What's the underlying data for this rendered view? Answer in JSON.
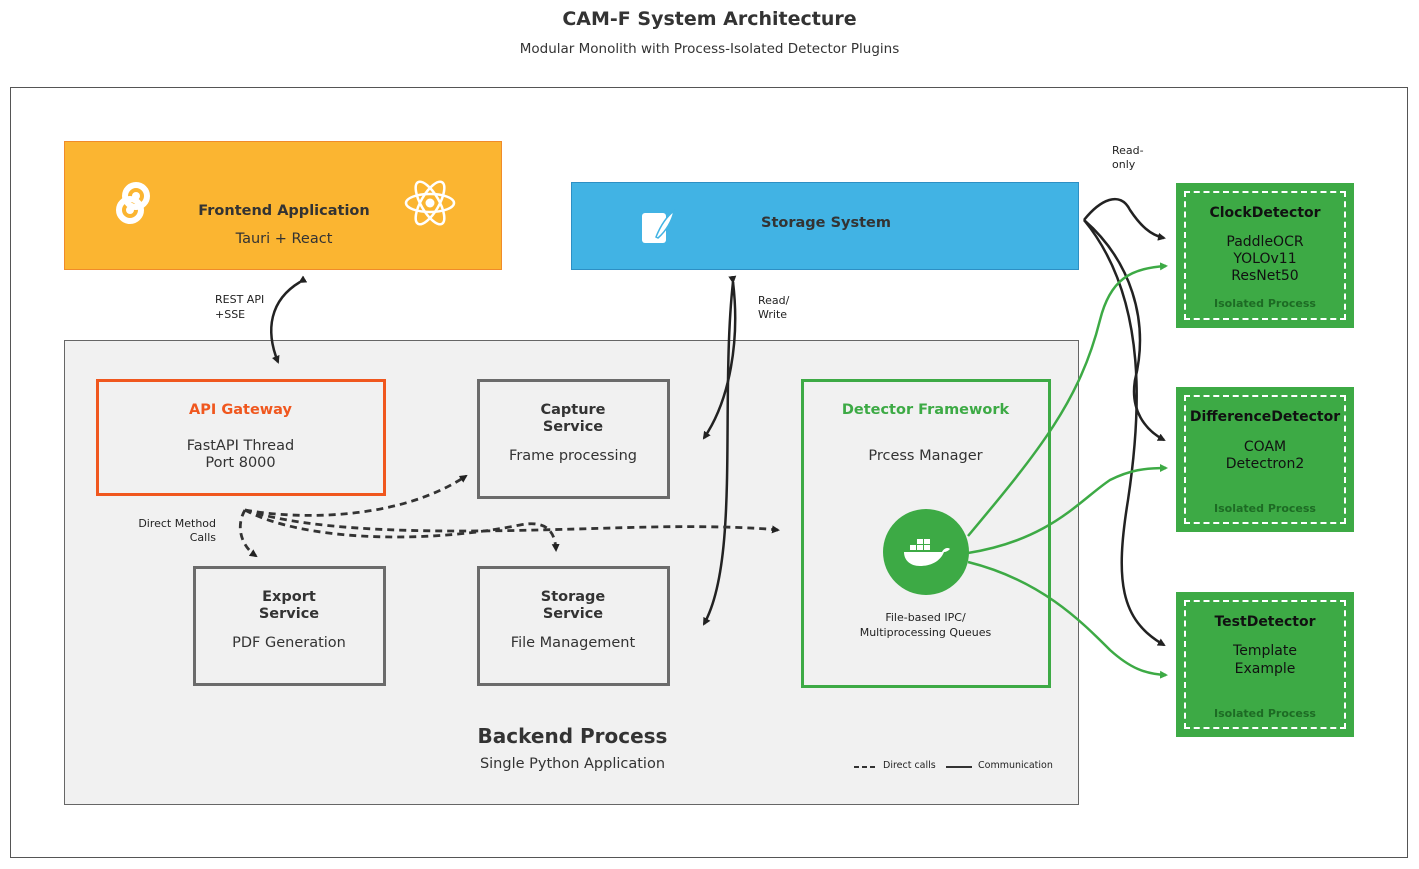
{
  "header": {
    "title": "CAM-F System Architecture",
    "subtitle": "Modular Monolith with Process-Isolated Detector Plugins"
  },
  "frontend": {
    "title": "Frontend Application",
    "subtitle": "Tauri + React"
  },
  "storage_system": {
    "title": "Storage System"
  },
  "backend": {
    "title": "Backend Process",
    "subtitle": "Single Python Application"
  },
  "api_gateway": {
    "title": "API Gateway",
    "line1": "FastAPI Thread",
    "line2": "Port 8000"
  },
  "capture_service": {
    "title1": "Capture",
    "title2": "Service",
    "subtitle": "Frame processing"
  },
  "export_service": {
    "title1": "Export",
    "title2": "Service",
    "subtitle": "PDF Generation"
  },
  "storage_service": {
    "title1": "Storage",
    "title2": "Service",
    "subtitle": "File Management"
  },
  "detector_framework": {
    "title": "Detector Framework",
    "subtitle": "Prcess Manager",
    "ipc1": "File-based IPC/",
    "ipc2": "Multiprocessing Queues"
  },
  "detectors": [
    {
      "title": "ClockDetector",
      "lines": [
        "PaddleOCR",
        "YOLOv11",
        "ResNet50"
      ],
      "tag": "Isolated Process"
    },
    {
      "title": "DifferenceDetector",
      "lines": [
        "COAM",
        "Detectron2"
      ],
      "tag": "Isolated Process"
    },
    {
      "title": "TestDetector",
      "lines": [
        "Template",
        "Example"
      ],
      "tag": "Isolated Process"
    }
  ],
  "edge_labels": {
    "rest1": "REST API",
    "rest2": "+SSE",
    "rw1": "Read/",
    "rw2": "Write",
    "ro1": "Read-",
    "ro2": "only",
    "dmc1": "Direct Method",
    "dmc2": "Calls"
  },
  "legend": {
    "dashed": "Direct calls",
    "solid": "Communication"
  },
  "icons": [
    "tauri-icon",
    "react-icon",
    "feather-icon",
    "docker-icon"
  ],
  "colors": {
    "frontend": "#fbb531",
    "storage": "#41b3e4",
    "api_gateway": "#f0571e",
    "detector": "#3daa45",
    "backend_bg": "#f1f1f1"
  }
}
